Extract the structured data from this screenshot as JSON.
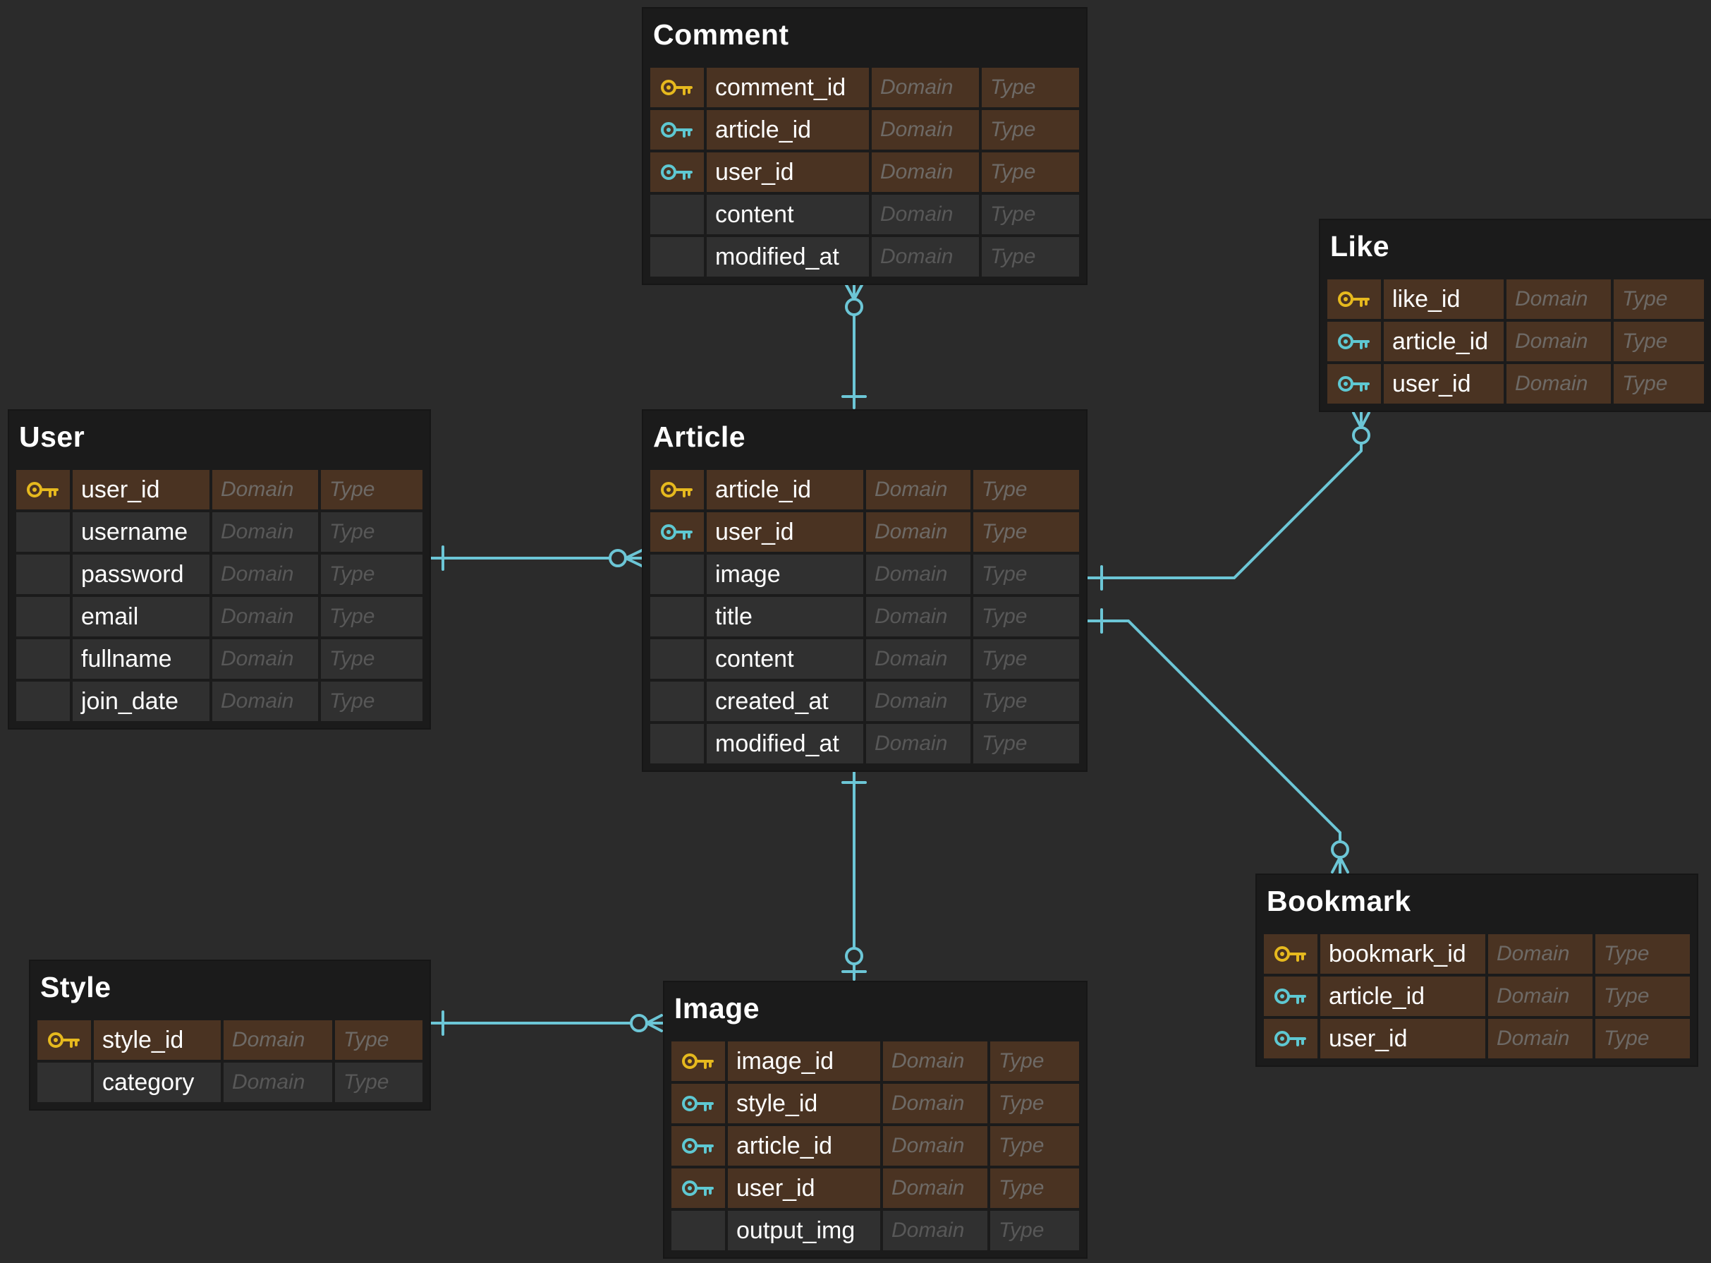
{
  "colors": {
    "background": "#2b2b2b",
    "connector": "#6cc6d6",
    "primary_key": "#e6b91e",
    "foreign_key": "#5ec8d2",
    "key_row": "#4a3322",
    "plain_row": "#303030",
    "header": "#1b1b1b"
  },
  "placeholders": {
    "domain": "Domain",
    "type": "Type"
  },
  "entities": {
    "comment": {
      "title": "Comment",
      "fields": [
        {
          "name": "comment_id",
          "key": "pk"
        },
        {
          "name": "article_id",
          "key": "fk"
        },
        {
          "name": "user_id",
          "key": "fk"
        },
        {
          "name": "content",
          "key": ""
        },
        {
          "name": "modified_at",
          "key": ""
        }
      ]
    },
    "like": {
      "title": "Like",
      "fields": [
        {
          "name": "like_id",
          "key": "pk"
        },
        {
          "name": "article_id",
          "key": "fk"
        },
        {
          "name": "user_id",
          "key": "fk"
        }
      ]
    },
    "user": {
      "title": "User",
      "fields": [
        {
          "name": "user_id",
          "key": "pk"
        },
        {
          "name": "username",
          "key": ""
        },
        {
          "name": "password",
          "key": ""
        },
        {
          "name": "email",
          "key": ""
        },
        {
          "name": "fullname",
          "key": ""
        },
        {
          "name": "join_date",
          "key": ""
        }
      ]
    },
    "article": {
      "title": "Article",
      "fields": [
        {
          "name": "article_id",
          "key": "pk"
        },
        {
          "name": "user_id",
          "key": "fk"
        },
        {
          "name": "image",
          "key": ""
        },
        {
          "name": "title",
          "key": ""
        },
        {
          "name": "content",
          "key": ""
        },
        {
          "name": "created_at",
          "key": ""
        },
        {
          "name": "modified_at",
          "key": ""
        }
      ]
    },
    "bookmark": {
      "title": "Bookmark",
      "fields": [
        {
          "name": "bookmark_id",
          "key": "pk"
        },
        {
          "name": "article_id",
          "key": "fk"
        },
        {
          "name": "user_id",
          "key": "fk"
        }
      ]
    },
    "style": {
      "title": "Style",
      "fields": [
        {
          "name": "style_id",
          "key": "pk"
        },
        {
          "name": "category",
          "key": ""
        }
      ]
    },
    "image": {
      "title": "Image",
      "fields": [
        {
          "name": "image_id",
          "key": "pk"
        },
        {
          "name": "style_id",
          "key": "fk"
        },
        {
          "name": "article_id",
          "key": "fk"
        },
        {
          "name": "user_id",
          "key": "fk"
        },
        {
          "name": "output_img",
          "key": ""
        }
      ]
    }
  },
  "relationships": [
    {
      "from": "article",
      "to": "comment",
      "from_cardinality": "one",
      "to_cardinality": "zero-or-many"
    },
    {
      "from": "user",
      "to": "article",
      "from_cardinality": "one",
      "to_cardinality": "zero-or-many"
    },
    {
      "from": "article",
      "to": "like",
      "from_cardinality": "one",
      "to_cardinality": "zero-or-many"
    },
    {
      "from": "article",
      "to": "bookmark",
      "from_cardinality": "one",
      "to_cardinality": "zero-or-many"
    },
    {
      "from": "article",
      "to": "image",
      "from_cardinality": "one",
      "to_cardinality": "zero-or-one"
    },
    {
      "from": "style",
      "to": "image",
      "from_cardinality": "one",
      "to_cardinality": "zero-or-many"
    }
  ]
}
